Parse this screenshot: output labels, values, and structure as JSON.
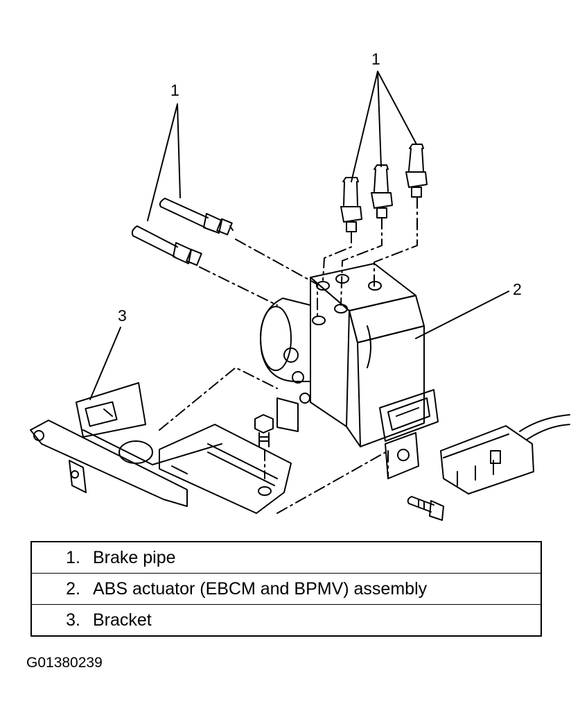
{
  "callouts": {
    "left_pipes": "1",
    "top_pipes": "1",
    "actuator": "2",
    "bracket": "3"
  },
  "legend": [
    {
      "num": "1.",
      "label": "Brake pipe"
    },
    {
      "num": "2.",
      "label": "ABS actuator (EBCM and BPMV) assembly"
    },
    {
      "num": "3.",
      "label": "Bracket"
    }
  ],
  "figure_id": "G01380239",
  "colors": {
    "ink": "#000000",
    "paper": "#ffffff"
  }
}
